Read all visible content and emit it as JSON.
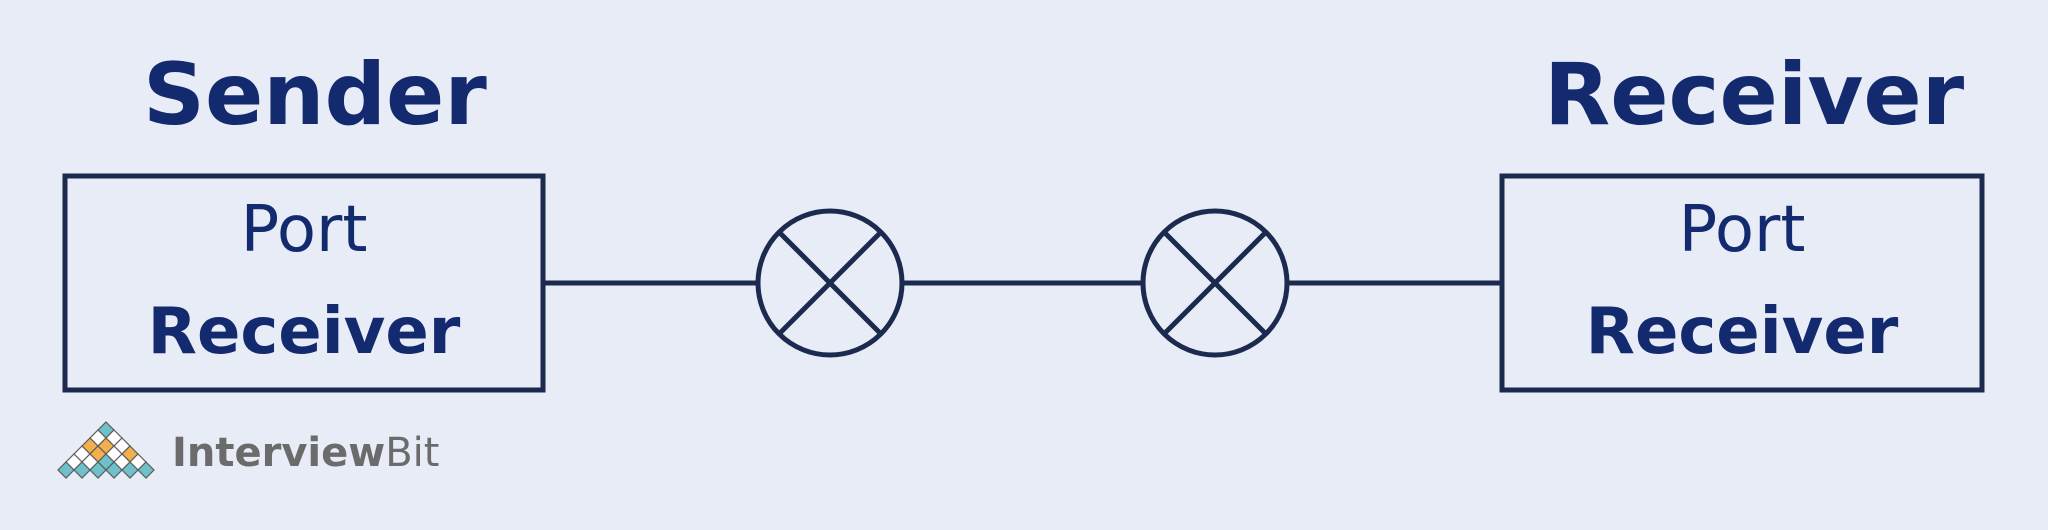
{
  "sender": {
    "heading": "Sender",
    "port_label": "Port",
    "receiver_label": "Receiver"
  },
  "receiver": {
    "heading": "Receiver",
    "port_label": "Port",
    "receiver_label": "Receiver"
  },
  "logo": {
    "brand_bold": "Interview",
    "brand_light": "Bit"
  },
  "colors": {
    "background": "#e7ecf7",
    "line": "#1b2a4e",
    "text": "#142a6e",
    "logo_teal": "#6fc1c9",
    "logo_orange": "#f2b04c",
    "logo_grey": "#6b6b6b"
  }
}
